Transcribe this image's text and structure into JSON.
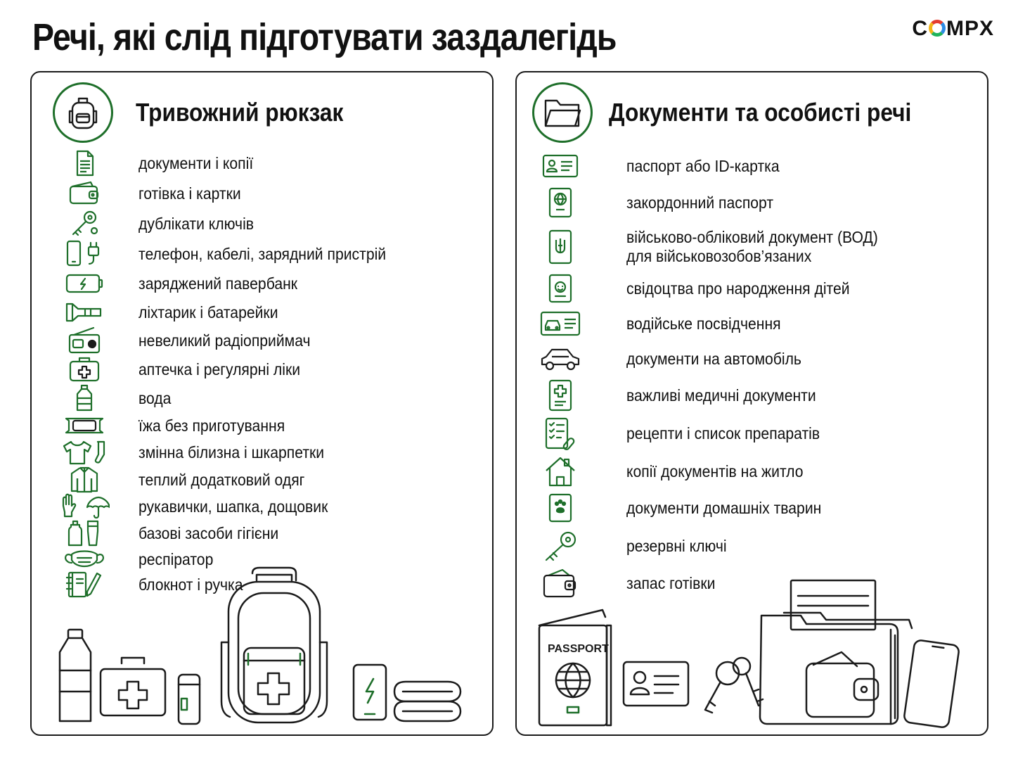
{
  "page": {
    "title": "Речі, які слід підготувати заздалегідь",
    "logo": {
      "part1": "C",
      "part2": "MPX"
    }
  },
  "left": {
    "title": "Тривожний рюкзак",
    "header_icon": "backpack-icon",
    "items": [
      {
        "label": "документи і копії",
        "icon": "document-icon"
      },
      {
        "label": "готівка і картки",
        "icon": "wallet-icon"
      },
      {
        "label": "дублікати ключів",
        "icon": "keys-icon"
      },
      {
        "label": "телефон, кабелі, зарядний пристрій",
        "icon": "phone-charger-icon"
      },
      {
        "label": "заряджений павербанк",
        "icon": "powerbank-icon"
      },
      {
        "label": "ліхтарик і батарейки",
        "icon": "flashlight-icon"
      },
      {
        "label": "невеликий радіоприймач",
        "icon": "radio-icon"
      },
      {
        "label": "аптечка і регулярні ліки",
        "icon": "first-aid-icon"
      },
      {
        "label": "вода",
        "icon": "water-bottle-icon"
      },
      {
        "label": "їжа без приготування",
        "icon": "food-bar-icon"
      },
      {
        "label": "змінна білизна і шкарпетки",
        "icon": "shirt-sock-icon"
      },
      {
        "label": "теплий додатковий одяг",
        "icon": "jacket-icon"
      },
      {
        "label": "рукавички, шапка, дощовик",
        "icon": "glove-umbrella-icon"
      },
      {
        "label": "базові засоби гігієни",
        "icon": "hygiene-icon"
      },
      {
        "label": "респіратор",
        "icon": "respirator-icon"
      },
      {
        "label": "блокнот і ручка",
        "icon": "notebook-pen-icon"
      }
    ]
  },
  "right": {
    "title": "Документи та особисті речі",
    "header_icon": "folder-icon",
    "items": [
      {
        "label": "паспорт або ID-картка",
        "icon": "id-card-icon"
      },
      {
        "label": "закордонний паспорт",
        "icon": "passport-icon"
      },
      {
        "label": "військово-обліковий документ (ВОД)",
        "label2": "для військовозобов’язаних",
        "icon": "military-document-icon"
      },
      {
        "label": "свідоцтва про народження дітей",
        "icon": "birth-certificate-icon"
      },
      {
        "label": "водійське посвідчення",
        "icon": "driver-license-icon"
      },
      {
        "label": "документи на автомобіль",
        "icon": "car-icon"
      },
      {
        "label": "важливі медичні документи",
        "icon": "medical-document-icon"
      },
      {
        "label": "рецепти і список препаратів",
        "icon": "prescription-icon"
      },
      {
        "label": "копії документів на житло",
        "icon": "house-document-icon"
      },
      {
        "label": "документи домашніх тварин",
        "icon": "pet-document-icon"
      },
      {
        "label": "резервні ключі",
        "icon": "key-icon"
      },
      {
        "label": "запас готівки",
        "icon": "cash-wallet-icon"
      }
    ]
  },
  "illustration": {
    "passport_label": "PASSPORT"
  },
  "colors": {
    "accent": "#1e6f2a",
    "outline": "#1b1b1b",
    "background": "#ffffff"
  }
}
